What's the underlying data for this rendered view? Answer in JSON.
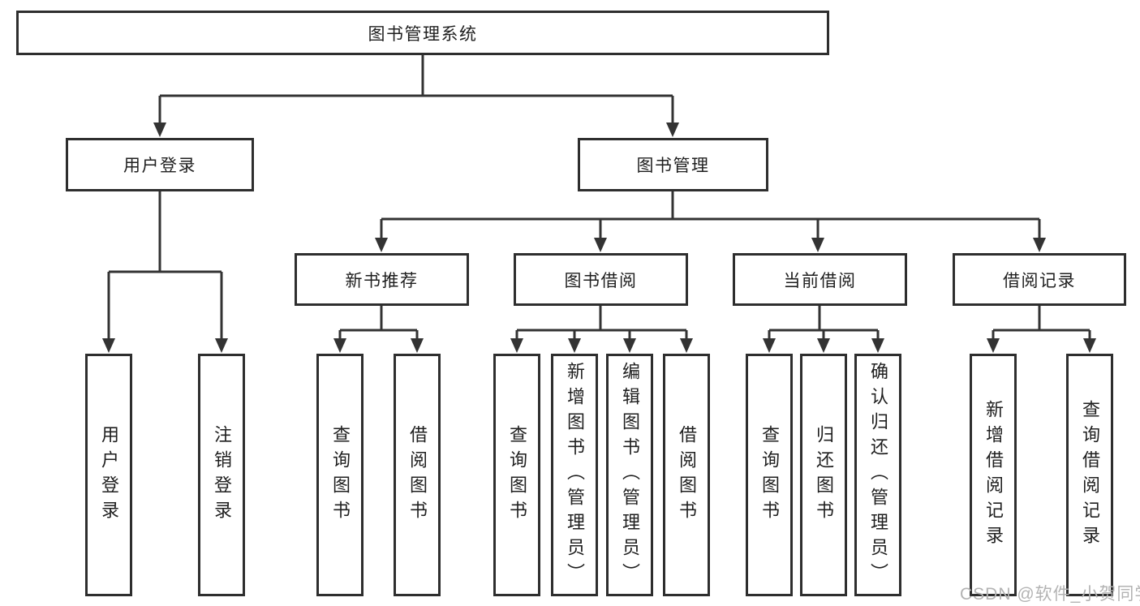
{
  "diagram": {
    "root": {
      "label": "图书管理系统"
    },
    "level2": [
      {
        "label": "用户登录",
        "children": [
          "用户登录",
          "注销登录"
        ]
      },
      {
        "label": "图书管理",
        "groups": [
          {
            "label": "新书推荐",
            "children": [
              "查询图书",
              "借阅图书"
            ]
          },
          {
            "label": "图书借阅",
            "children": [
              "查询图书",
              "新增图书（管理员）",
              "编辑图书（管理员）",
              "借阅图书"
            ]
          },
          {
            "label": "当前借阅",
            "children": [
              "查询图书",
              "归还图书",
              "确认归还（管理员）"
            ]
          },
          {
            "label": "借阅记录",
            "children": [
              "新增借阅记录",
              "查询借阅记录"
            ]
          }
        ]
      }
    ],
    "colors": {
      "line": "#333333",
      "box_border": "#2e2e2e",
      "text": "#1f1f1f",
      "background": "#ffffff",
      "watermark": "#b3b3b3"
    }
  },
  "watermark": {
    "text": "CSDN @软件_小贺同学"
  }
}
